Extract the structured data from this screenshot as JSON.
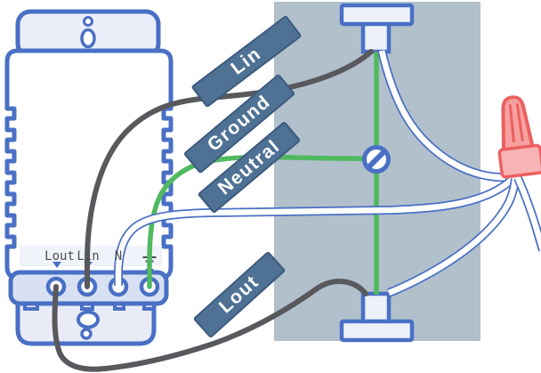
{
  "banners": {
    "lin": {
      "label": "Lin"
    },
    "ground": {
      "label": "Ground"
    },
    "neutral": {
      "label": "Neutral"
    },
    "lout": {
      "label": "Lout"
    }
  },
  "device": {
    "terminal_labels": {
      "lout": "Lout",
      "lin": "Lin",
      "neutral": "N"
    },
    "ground_terminal_icon": "earth-ground-icon"
  },
  "icons": {
    "ground_screw": "ground-screw-icon",
    "wire_nut": "wire-nut-icon",
    "top_fixture": "top-fixture-terminal",
    "bottom_fixture": "bottom-fixture-terminal"
  },
  "colors": {
    "outline_blue": "#4a70c5",
    "wall_box_gray": "#b1c0cb",
    "line_wire_gray": "#58595d",
    "ground_wire_green": "#50b95f",
    "neutral_wire_white": "#ffffff",
    "banner_blue": "#4e7194",
    "wire_nut_pink": "#f7a0a0",
    "wire_nut_outline": "#eb6060"
  }
}
